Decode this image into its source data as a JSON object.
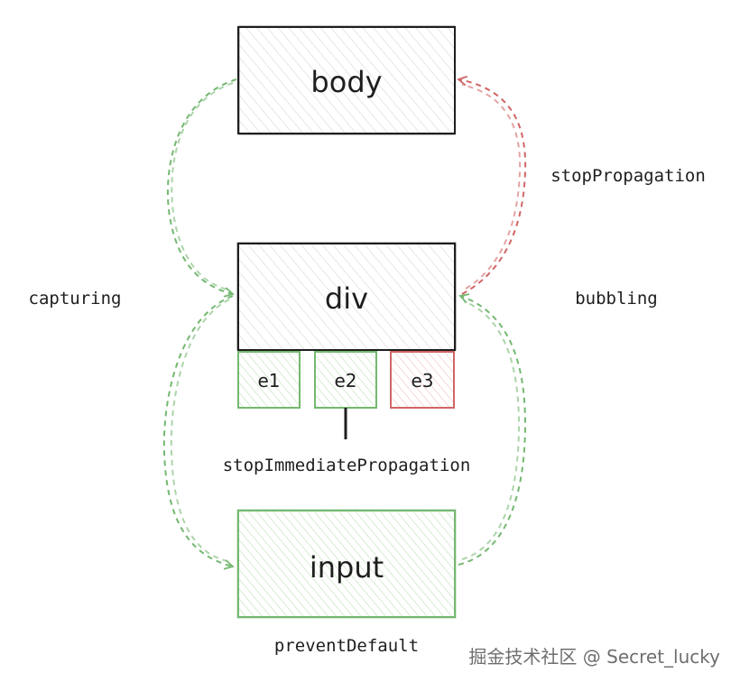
{
  "diagram": {
    "nodes": {
      "body": "body",
      "div": "div",
      "input": "input",
      "e1": "e1",
      "e2": "e2",
      "e3": "e3"
    },
    "labels": {
      "stop_propagation": "stopPropagation",
      "capturing": "capturing",
      "bubbling": "bubbling",
      "stop_immediate_propagation": "stopImmediatePropagation",
      "prevent_default": "preventDefault"
    },
    "watermark": "掘金技术社区 @ Secret_lucky",
    "colors": {
      "stroke_dark": "#1e1e1e",
      "green": "#74b870",
      "green_fill": "#e7f4e4",
      "red": "#d06666",
      "red_fill": "#f9e6e6",
      "gray_hatch": "#c9c9c9"
    }
  }
}
